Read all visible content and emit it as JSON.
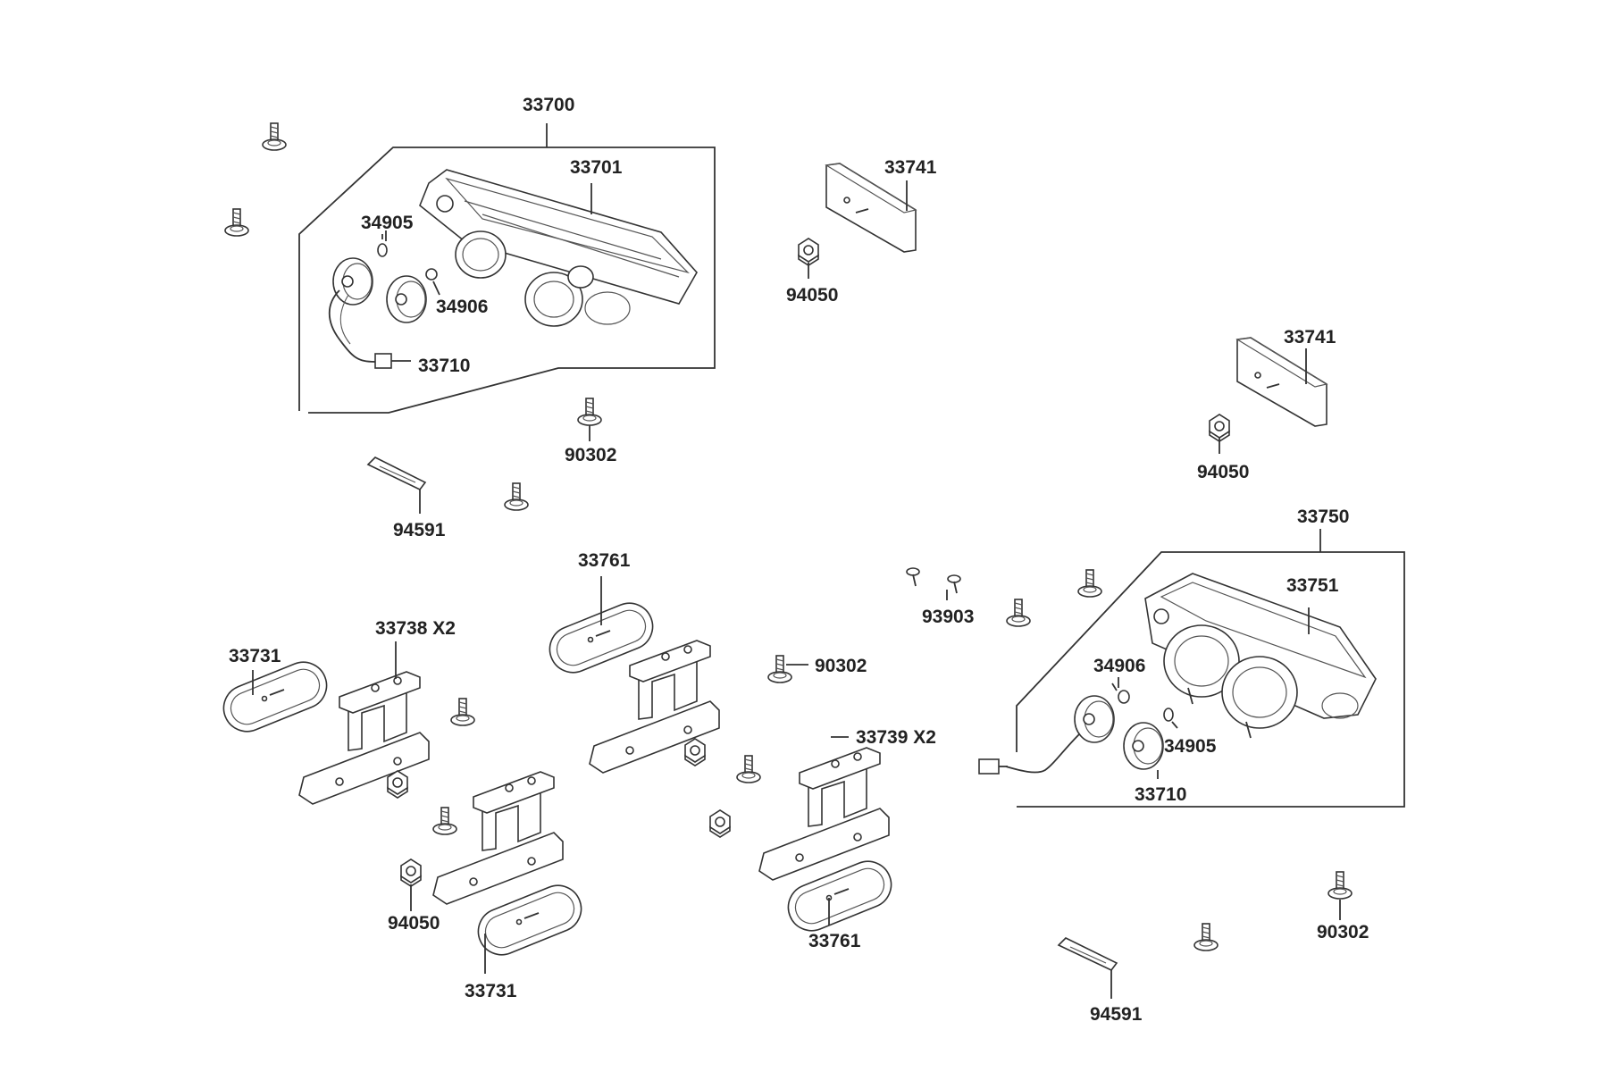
{
  "diagram": {
    "labels": {
      "asm_left": "33700",
      "lens_left": "33701",
      "bulb_a_left": "34905",
      "bulb_b_left": "34906",
      "socket_left": "33710",
      "screw_left": "90302",
      "clamp_left": "94591",
      "reflector_top": "33741",
      "nut_top": "94050",
      "reflector_right": "33741",
      "nut_right": "94050",
      "asm_right": "33750",
      "lens_right": "33751",
      "screw_small": "93903",
      "bulb_b_right": "34906",
      "bulb_a_right": "34905",
      "socket_right": "33710",
      "reflector_mid": "33761",
      "bracket_left": "33738  X2",
      "reflector_left": "33731",
      "screw_mid": "90302",
      "bracket_right": "33739  X2",
      "nut_bottom": "94050",
      "reflector_bottom_left": "33731",
      "reflector_bottom": "33761",
      "clamp_right": "94591",
      "screw_right": "90302"
    }
  }
}
